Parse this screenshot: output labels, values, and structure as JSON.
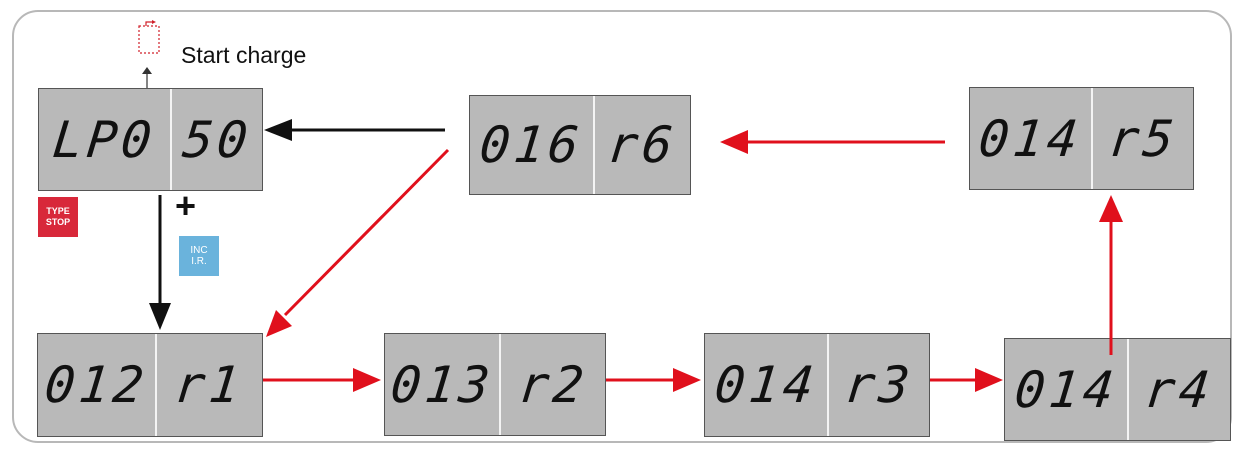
{
  "start_label": "Start charge",
  "buttons": {
    "type_stop": [
      "TYPE",
      "STOP"
    ],
    "inc_ir": [
      "INC",
      "I.R."
    ],
    "plus": "+"
  },
  "displays": {
    "lp": {
      "left": "LP0",
      "right": "50"
    },
    "r6": {
      "left": "016",
      "right": "r6"
    },
    "r5": {
      "left": "014",
      "right": "r5"
    },
    "r1": {
      "left": "012",
      "right": "r1"
    },
    "r2": {
      "left": "013",
      "right": "r2"
    },
    "r3": {
      "left": "014",
      "right": "r3"
    },
    "r4": {
      "left": "014",
      "right": "r4"
    }
  },
  "colors": {
    "red_arrow": "#e0101c",
    "black_arrow": "#111111",
    "lcd_bg": "#b9b9b9"
  }
}
